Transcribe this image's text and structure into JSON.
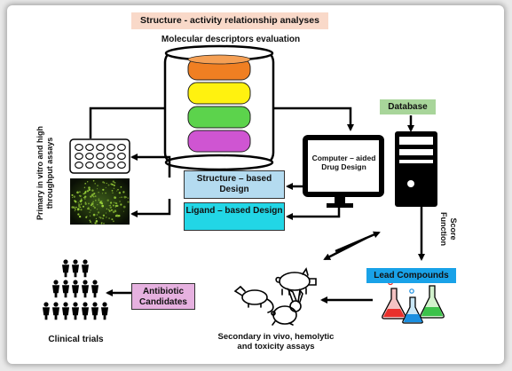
{
  "title": "Structure - activity relationship analyses",
  "subtitle": "Molecular descriptors evaluation",
  "database_label": "Database",
  "cadd_label": "Computer – aided Drug Design",
  "structure_design": "Structure – based Design",
  "ligand_design": "Ligand – based Design",
  "primary_assays": "Primary in vitro and high throughput assays",
  "score_function": "Score Function",
  "lead_compounds": "Lead Compounds",
  "antibiotic_candidates": "Antibiotic Candidates",
  "clinical_trials": "Clinical trials",
  "secondary_assays": "Secondary in vivo, hemolytic and toxicity assays",
  "colors": {
    "title_bg": "#f9d9c9",
    "disk_orange": "#f07f22",
    "disk_yellow": "#fff20f",
    "disk_green": "#5cd34c",
    "disk_magenta": "#cf55d2",
    "database_bg": "#a8d59a",
    "structure_bg": "#b4dbf0",
    "ligand_bg": "#22d6e6",
    "lead_bg": "#19a2e8",
    "antibiotic_bg": "#e6b1e0"
  }
}
